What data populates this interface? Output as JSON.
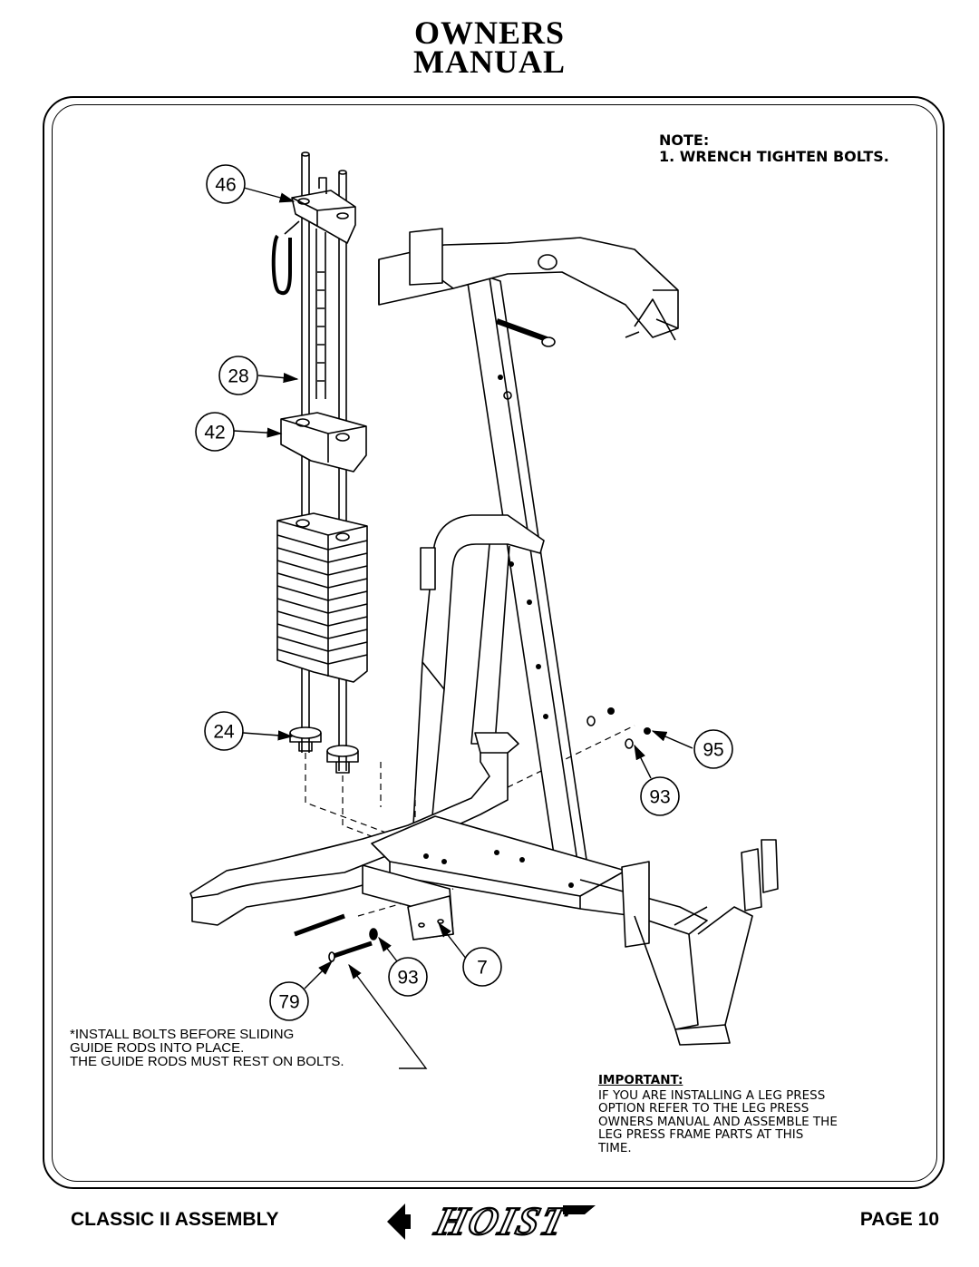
{
  "header": {
    "title_line1": "OWNERS",
    "title_line2": "MANUAL"
  },
  "note": {
    "heading": "NOTE:",
    "item1": "1.  WRENCH TIGHTEN BOLTS."
  },
  "callouts": [
    "46",
    "28",
    "42",
    "24",
    "95",
    "93",
    "93",
    "7",
    "79"
  ],
  "install_note": {
    "line1": "*INSTALL BOLTS BEFORE SLIDING",
    "line2": "GUIDE RODS INTO PLACE.",
    "line3": "THE GUIDE RODS MUST REST ON BOLTS."
  },
  "important": {
    "heading": "IMPORTANT:",
    "line1": "IF YOU ARE INSTALLING A LEG PRESS",
    "line2": "OPTION REFER TO THE LEG PRESS",
    "line3": "OWNERS MANUAL AND ASSEMBLE THE",
    "line4": "LEG PRESS FRAME PARTS AT THIS",
    "line5": "TIME."
  },
  "footer": {
    "left": "CLASSIC II ASSEMBLY",
    "right": "PAGE 10",
    "logo_text": "HOIST"
  }
}
